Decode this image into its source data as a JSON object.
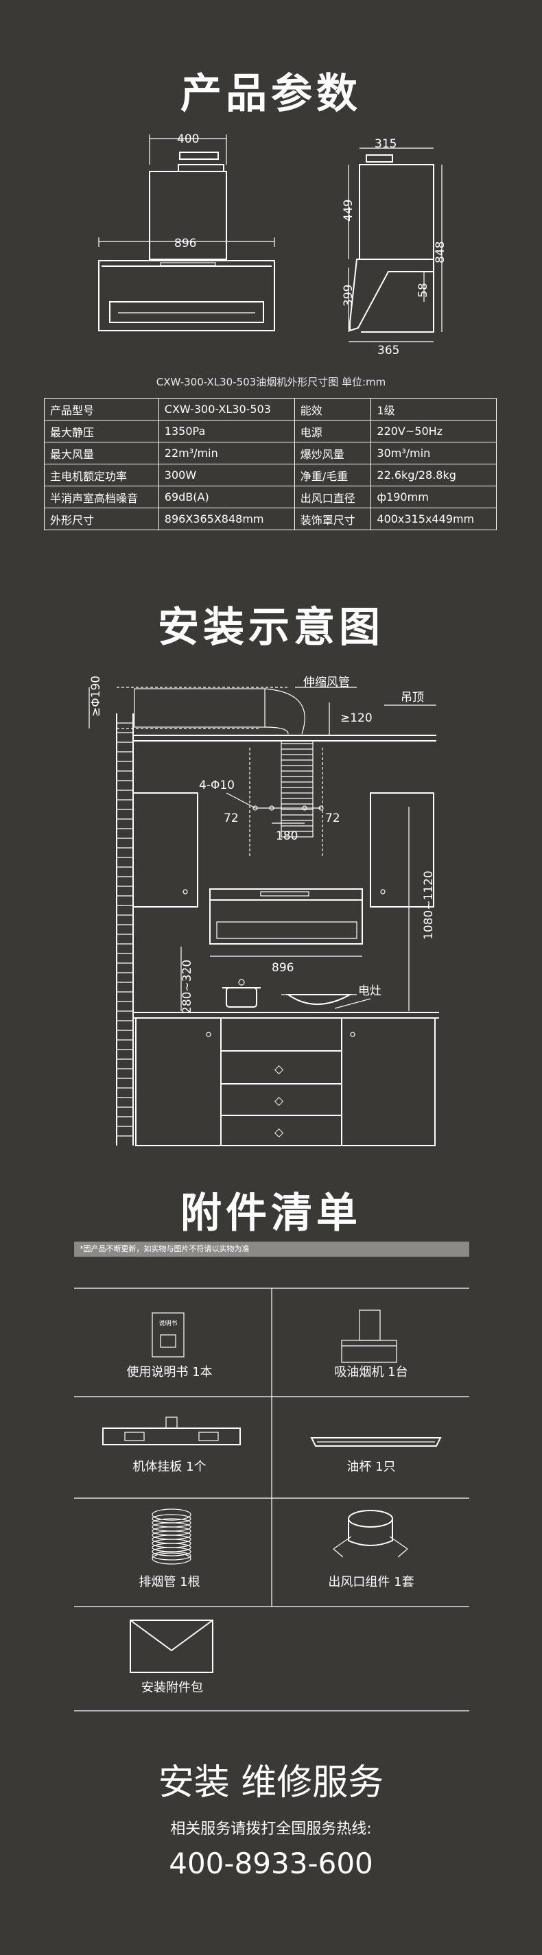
{
  "params": {
    "title": "产品参数",
    "dims": {
      "w400": "400",
      "w896": "896",
      "w315": "315",
      "h449": "449",
      "h848": "848",
      "h399": "399",
      "h58": "58",
      "w365": "365"
    },
    "caption": "CXW-300-XL30-503油烟机外形尺寸图    单位:mm",
    "table": [
      [
        "产品型号",
        "CXW-300-XL30-503",
        "能效",
        "1级"
      ],
      [
        "最大静压",
        "1350Pa",
        "电源",
        "220V~50Hz"
      ],
      [
        "最大风量",
        "22m³/min",
        "爆炒风量",
        "30m³/min"
      ],
      [
        "主电机额定功率",
        "300W",
        "净重/毛重",
        "22.6kg/28.8kg"
      ],
      [
        "半消声室高档噪音",
        "69dB(A)",
        "出风口直径",
        "ф190mm"
      ],
      [
        "外形尺寸",
        "896X365X848mm",
        "装饰罩尺寸",
        "400x315x449mm"
      ]
    ]
  },
  "install": {
    "title": "安装示意图",
    "labels": {
      "d190": "≥Φ190",
      "duct": "伸缩风管",
      "ceiling": "吊顶",
      "gap": "≥120",
      "holes": "4-Φ10",
      "d72a": "72",
      "d72b": "72",
      "d180": "180",
      "d896": "896",
      "h1080": "1080~1120",
      "h280": "280~320",
      "stove": "电灶"
    }
  },
  "accessories": {
    "title": "附件清单",
    "note": "*因产品不断更新，如实物与图片不符请以实物为准",
    "manual_icon_text": "说明书",
    "items": [
      {
        "icon": "manual-icon",
        "label": "使用说明书  1本"
      },
      {
        "icon": "range-hood-icon",
        "label": "吸油烟机  1台"
      },
      {
        "icon": "mounting-plate-icon",
        "label": "机体挂板  1个"
      },
      {
        "icon": "oil-cup-icon",
        "label": "油杯  1只"
      },
      {
        "icon": "exhaust-pipe-icon",
        "label": "排烟管  1根"
      },
      {
        "icon": "outlet-assembly-icon",
        "label": "出风口组件  1套"
      },
      {
        "icon": "envelope-icon",
        "label": "安装附件包"
      }
    ]
  },
  "service": {
    "title": "安装  维修服务",
    "subtitle": "相关服务请拨打全国服务热线:",
    "phone": "400-8933-600"
  }
}
